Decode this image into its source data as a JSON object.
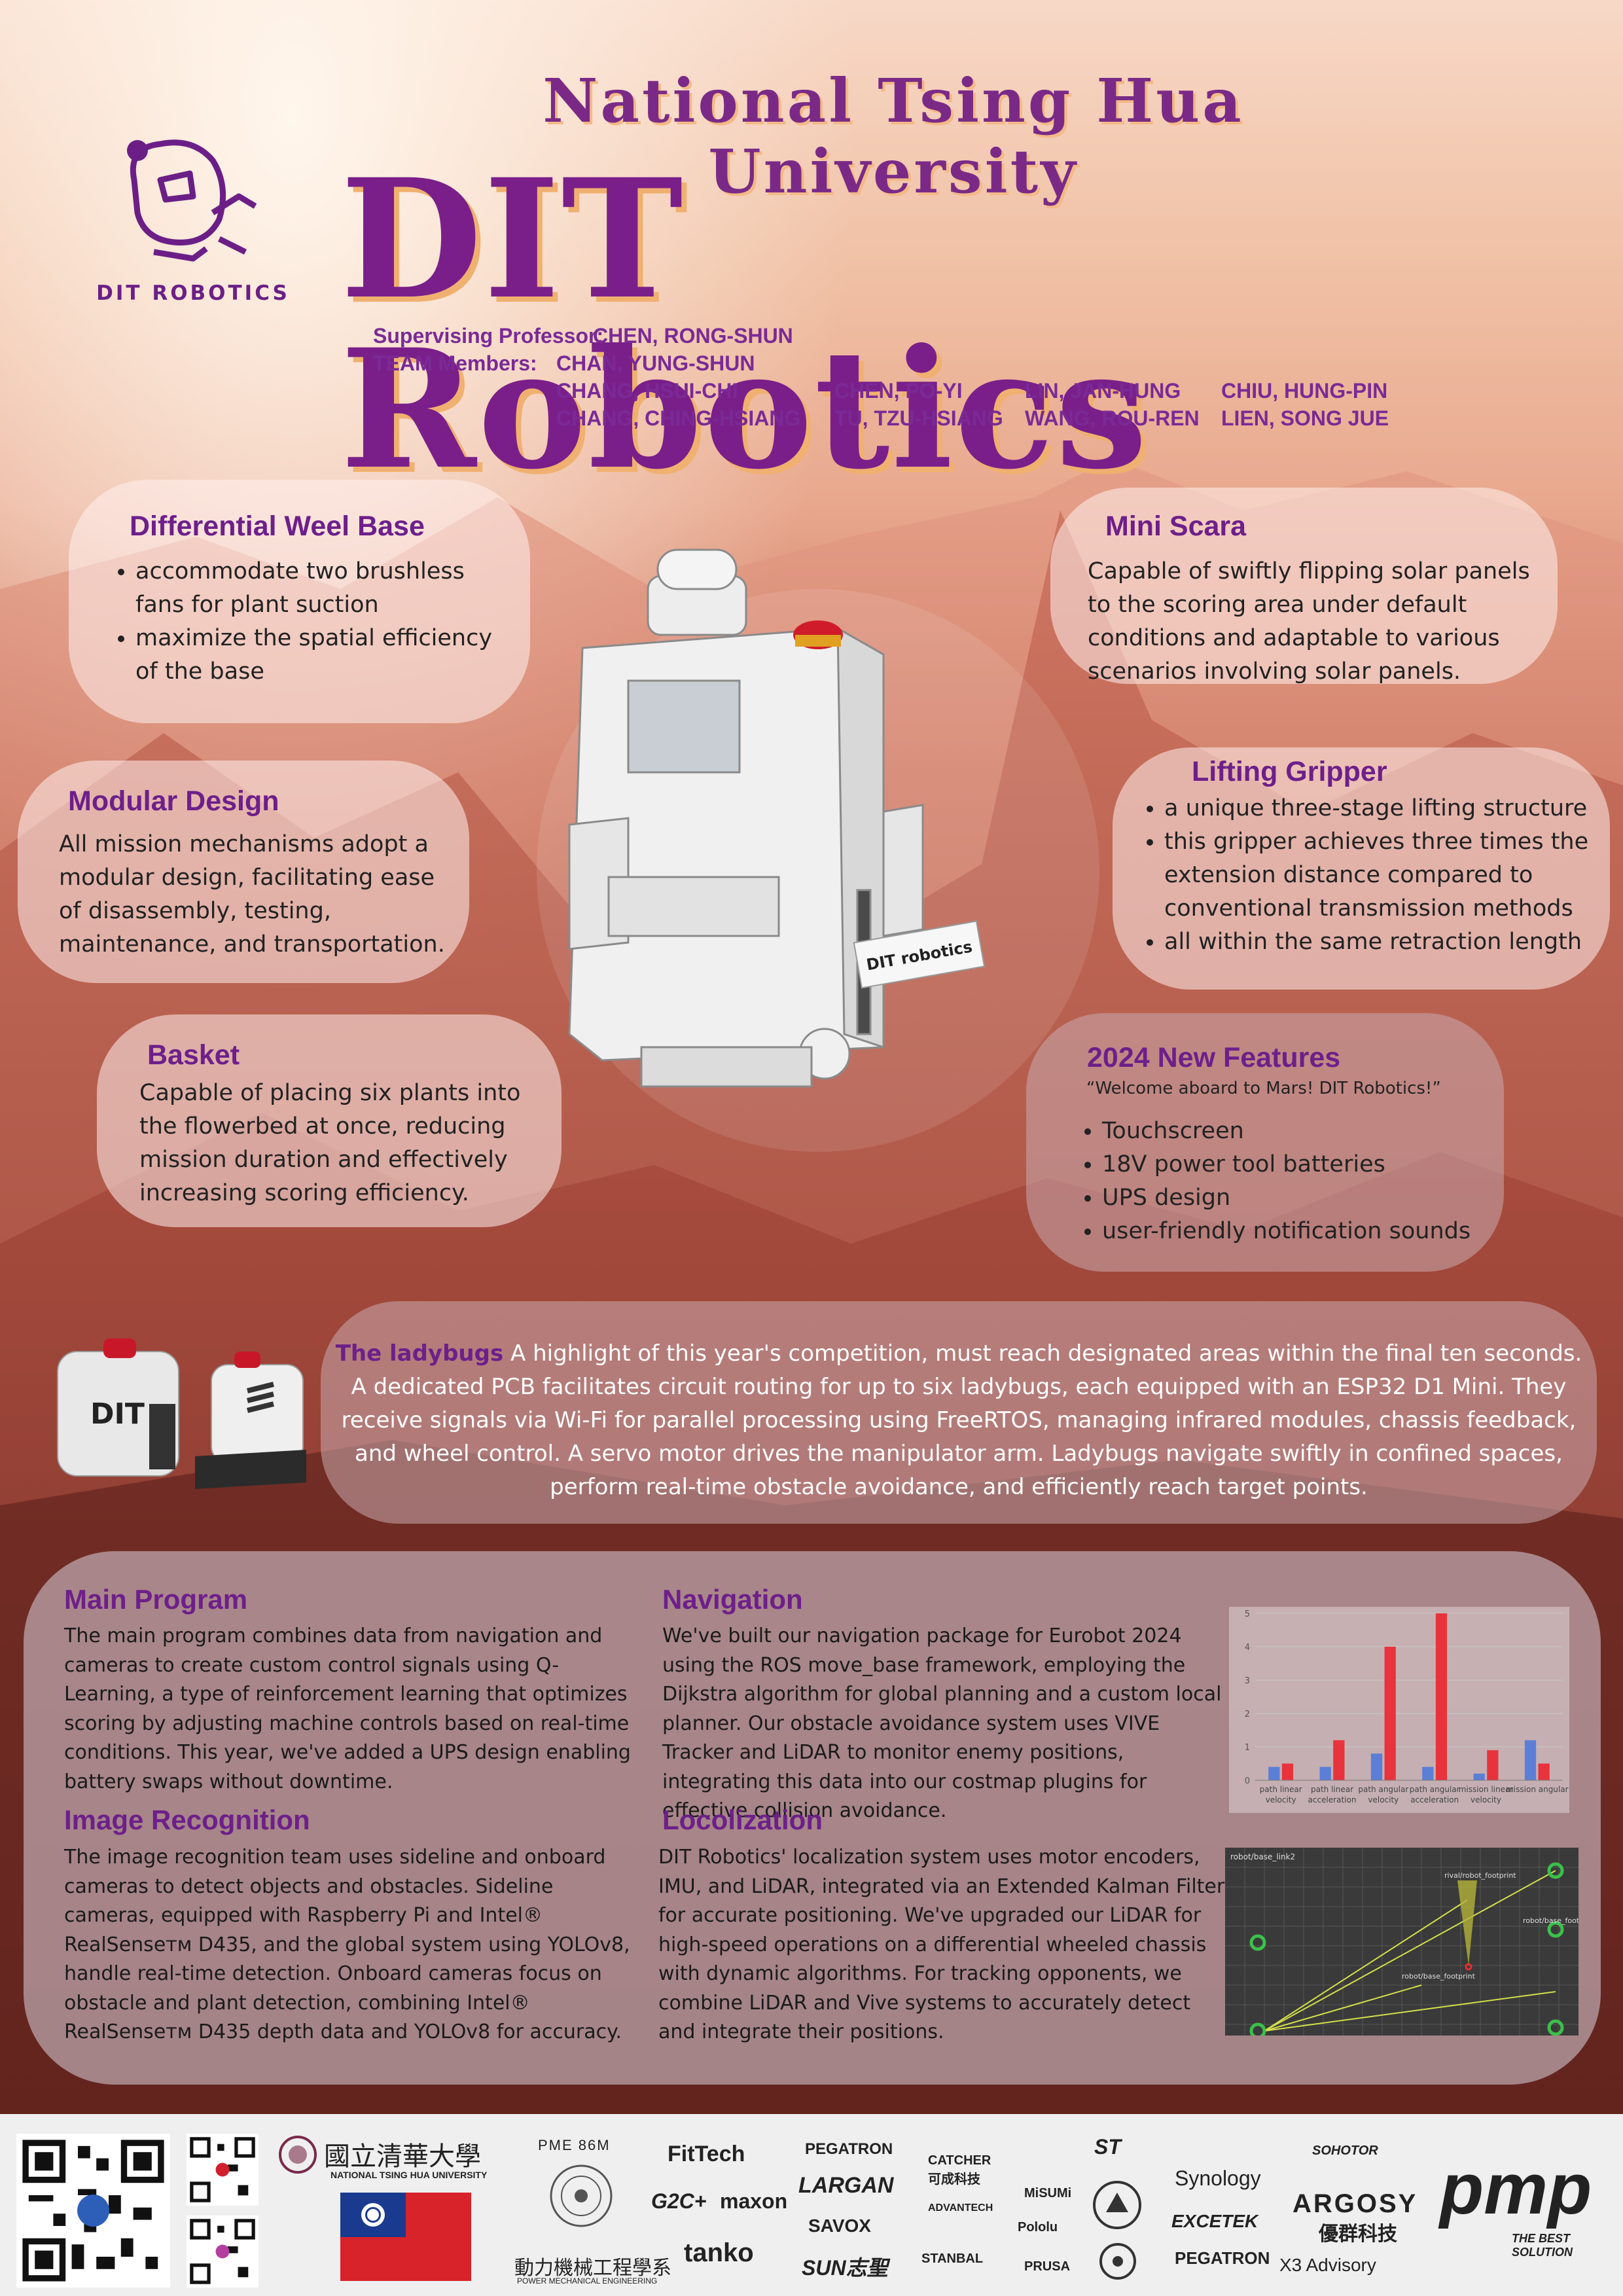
{
  "header": {
    "university": "National Tsing Hua University",
    "title": "DIT Robotics",
    "logo_text": "DIT ROBOTICS",
    "supervisor_label": "Supervising Professor:",
    "supervisor": "CHEN, RONG-SHUN",
    "team_label": "TEAM Members:",
    "members": [
      "CHAN, YUNG-SHUN",
      "CHANG, HSUI-CHI",
      "CHANG, CHING-HSIANG",
      "CHEN, PO-YI",
      "TU, TZU-HSIANG",
      "LIN, JAN-HUNG",
      "WANG, ROU-REN",
      "CHIU, HUNG-PIN",
      "LIEN, SONG JUE"
    ]
  },
  "robot_label": "DIT robotics",
  "ladybug_label": "DIT",
  "sections": {
    "differential": {
      "title": "Differential Weel Base",
      "bullets": [
        "accommodate two brushless fans for plant suction",
        "maximize the spatial efficiency of the base"
      ]
    },
    "mini_scara": {
      "title": "Mini Scara",
      "text": "Capable of swiftly flipping solar panels to the scoring area under default conditions and adaptable to various scenarios involving solar panels."
    },
    "modular": {
      "title": "Modular Design",
      "text": "All mission mechanisms adopt a modular design, facilitating ease of disassembly, testing, maintenance, and transportation."
    },
    "lifting": {
      "title": "Lifting Gripper",
      "bullets": [
        "a unique three-stage lifting structure",
        "this gripper achieves three times the extension distance compared to conventional transmission methods",
        "all within the same retraction length"
      ]
    },
    "basket": {
      "title": "Basket",
      "text": "Capable of placing six plants into the flowerbed at once, reducing mission duration and effectively increasing scoring efficiency."
    },
    "new_features": {
      "title": "2024 New Features",
      "quote": "“Welcome aboard to Mars! DIT Robotics!”",
      "bullets": [
        "Touchscreen",
        "18V power tool batteries",
        "UPS design",
        "user-friendly notification sounds"
      ]
    },
    "ladybugs": {
      "title": "The ladybugs",
      "text": "A highlight of this year's competition, must reach designated areas within the final ten seconds. A dedicated PCB facilitates circuit routing for up to six ladybugs, each equipped with an ESP32 D1 Mini. They receive signals via Wi-Fi for parallel processing using FreeRTOS, managing infrared modules, chassis feedback, and wheel control. A servo motor drives the manipulator arm. Ladybugs navigate swiftly in confined spaces, perform real-time obstacle avoidance, and efficiently reach target points."
    },
    "main_program": {
      "title": "Main Program",
      "text": "The main program combines data from navigation and cameras to create custom control signals using Q-Learning, a type of reinforcement learning that optimizes scoring by adjusting machine controls based on real-time conditions. This year, we've added a UPS design enabling battery swaps without downtime."
    },
    "navigation": {
      "title": "Navigation",
      "text": "We've built our navigation package for Eurobot 2024 using the ROS move_base framework, employing the Dijkstra algorithm for global planning and a custom local planner. Our obstacle avoidance system uses VIVE Tracker and LiDAR to monitor enemy positions, integrating this data into our costmap plugins for effective collision avoidance."
    },
    "image_recognition": {
      "title": "Image Recognition",
      "text": "The image recognition team uses sideline and onboard cameras to detect objects and obstacles. Sideline cameras, equipped with Raspberry Pi and Intel® RealSenseᴛᴍ D435, and the global system using YOLOv8, handle real-time detection. Onboard cameras focus on obstacle and plant detection, combining Intel® RealSenseᴛᴍ D435 depth data and YOLOv8 for accuracy."
    },
    "localization": {
      "title": "Locolization",
      "text": "DIT Robotics' localization system uses motor encoders, IMU, and LiDAR, integrated via an Extended Kalman Filter for accurate positioning. We've upgraded our LiDAR for high-speed operations on a differential wheeled chassis with dynamic algorithms. For tracking opponents, we combine LiDAR and Vive systems to accurately detect and integrate their positions."
    }
  },
  "chart_data": {
    "type": "bar",
    "categories": [
      "path linear velocity",
      "path linear acceleration",
      "path angular velocity",
      "path angular acceleration",
      "mission linear velocity",
      "mission angular"
    ],
    "series": [
      {
        "values": [
          0.4,
          0.4,
          0.8,
          0.4,
          0.2,
          1.2
        ],
        "color": "#5b7fd6"
      },
      {
        "values": [
          0.5,
          1.2,
          4.0,
          5.0,
          0.9,
          0.5
        ],
        "color": "#e8333c"
      }
    ],
    "ylim": [
      0,
      5
    ],
    "yticks": [
      "0",
      "1",
      "2",
      "3",
      "4",
      "5"
    ],
    "xlabel": "",
    "ylabel": "",
    "title": ""
  },
  "rviz": {
    "labels": [
      "robot/base_link2",
      "rival/robot_footprint",
      "robot/base_footprint",
      "robot/base_foot"
    ]
  },
  "footer": {
    "university_cn": "國立清華大學",
    "university_en": "NATIONAL TSING HUA UNIVERSITY",
    "pme": "PME 86M",
    "dept_cn": "動力機械工程學系",
    "dept_en": "POWER MECHANICAL ENGINEERING",
    "sponsors": [
      "FitTech",
      "G2C+",
      "maxon",
      "tanko",
      "PEGATRON",
      "LARGAN",
      "SAVOX",
      "SUN志聖",
      "CATCHER 可成科技",
      "ADVANTECH",
      "STANBAL",
      "MiSUMi",
      "Pololu",
      "PRUSA",
      "ST",
      "Synology",
      "EXCETEK",
      "PEGATRON",
      "SOHOTOR",
      "ARGOSY",
      "優群科技",
      "X3 Advisory",
      "pmp",
      "THE BEST SOLUTION"
    ]
  },
  "colors": {
    "title": "#7a1f8a",
    "accent": "#6d1f8a",
    "shadow": "#f0b070"
  }
}
